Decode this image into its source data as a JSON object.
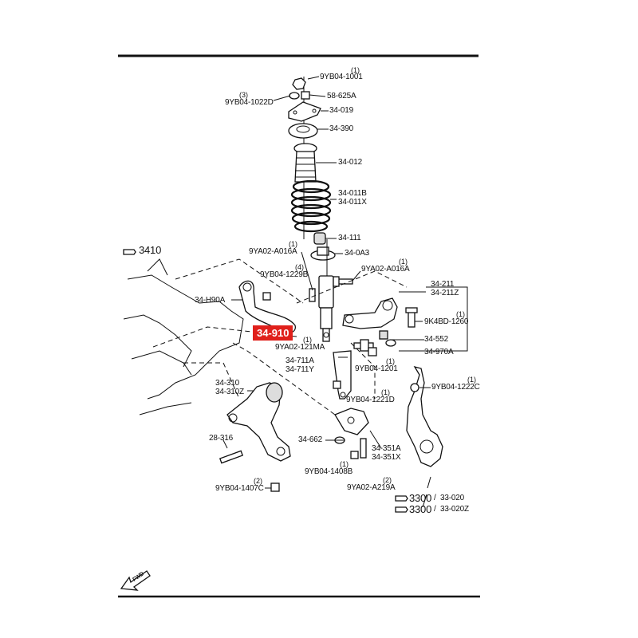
{
  "highlight": "34-910",
  "labels": {
    "l1": "9YB04-1001",
    "q1": "(1)",
    "l2": "9YB04-1022D",
    "q2": "(3)",
    "l3": "58-625A",
    "l4": "34-019",
    "l5": "34-390",
    "l6": "34-012",
    "l7": "34-011B",
    "l8": "34-011X",
    "l9": "34-111",
    "l10": "9YA02-A016A",
    "q10": "(1)",
    "l11": "34-0A3",
    "l12": "9YA02-A016A",
    "q12": "(1)",
    "l13": "9YB04-1229B",
    "q13": "(4)",
    "l14": "3410",
    "l15": "34-H90A",
    "l16": "34-211",
    "l17": "34-211Z",
    "l18": "9K4BD-1260",
    "q18": "(1)",
    "l19": "34-552",
    "l20": "34-970A",
    "l21": "9YA02-121MA",
    "q21": "(1)",
    "l22": "34-711A",
    "l23": "34-711Y",
    "l24": "9YB04-1201",
    "q24": "(1)",
    "l25": "9YB04-1222C",
    "q25": "(1)",
    "l26": "9YB04-1221D",
    "q26": "(1)",
    "l27": "34-310",
    "l28": "34-310Z",
    "l29": "28-316",
    "l30": "34-662",
    "l31": "34-351A",
    "l32": "34-351X",
    "l33": "9YB04-1408B",
    "q33": "(1)",
    "l34": "9YB04-1407C",
    "q34": "(2)",
    "l35": "9YA02-A219A",
    "q35": "(2)",
    "l36": "3300",
    "l37": "33-020",
    "l38": "3300",
    "l39": "33-020Z",
    "fwd": "FWD"
  }
}
